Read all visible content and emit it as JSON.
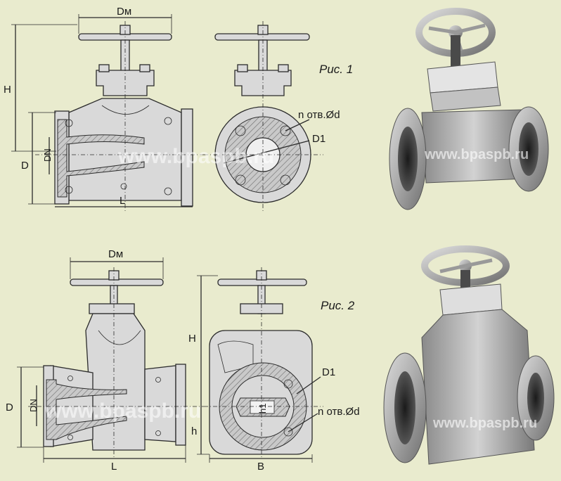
{
  "watermark": "www.bpaspb.ru",
  "figure1": {
    "caption": "Рис. 1",
    "dim_dm": "Dм",
    "dim_h": "H",
    "dim_d": "D",
    "dim_dn": "DN",
    "dim_l": "L",
    "dim_holes": "n отв.Ød",
    "dim_d1": "D1"
  },
  "figure2": {
    "caption": "Рис. 2",
    "dim_dm": "Dм",
    "dim_h_upper": "H",
    "dim_h_lower": "h",
    "dim_h1": "h1",
    "dim_d": "D",
    "dim_dn": "DN",
    "dim_l": "L",
    "dim_b": "B",
    "dim_d1": "D1",
    "dim_holes": "n отв.Ød"
  }
}
